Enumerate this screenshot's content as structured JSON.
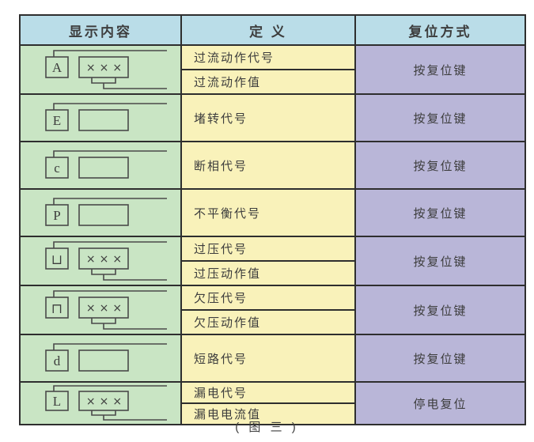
{
  "figure_caption": "( 图 三 )",
  "value_placeholder": "×××",
  "colors": {
    "header_bg": "#badde8",
    "display_column_bg": "#c9e5c4",
    "definition_column_bg": "#f9f2ba",
    "reset_column_bg": "#b9b6d8",
    "border": "#2e2e2e",
    "text": "#3d3d3d"
  },
  "table": {
    "headers": {
      "display": "显示内容",
      "definition": "定 义",
      "reset": "复位方式"
    },
    "rows": [
      {
        "code": "A",
        "value": "×××",
        "definitions": [
          "过流动作代号",
          "过流动作值"
        ],
        "reset": "按复位键"
      },
      {
        "code": "E",
        "definitions": [
          "堵转代号"
        ],
        "reset": "按复位键"
      },
      {
        "code": "c",
        "definitions": [
          "断相代号"
        ],
        "reset": "按复位键"
      },
      {
        "code": "P",
        "definitions": [
          "不平衡代号"
        ],
        "reset": "按复位键"
      },
      {
        "code": "⊔",
        "value": "×××",
        "definitions": [
          "过压代号",
          "过压动作值"
        ],
        "reset": "按复位键"
      },
      {
        "code": "⊓",
        "value": "×××",
        "definitions": [
          "欠压代号",
          "欠压动作值"
        ],
        "reset": "按复位键"
      },
      {
        "code": "d",
        "definitions": [
          "短路代号"
        ],
        "reset": "按复位键"
      },
      {
        "code": "L",
        "value": "×××",
        "definitions": [
          "漏电代号",
          "漏电电流值"
        ],
        "reset": "停电复位"
      }
    ]
  }
}
